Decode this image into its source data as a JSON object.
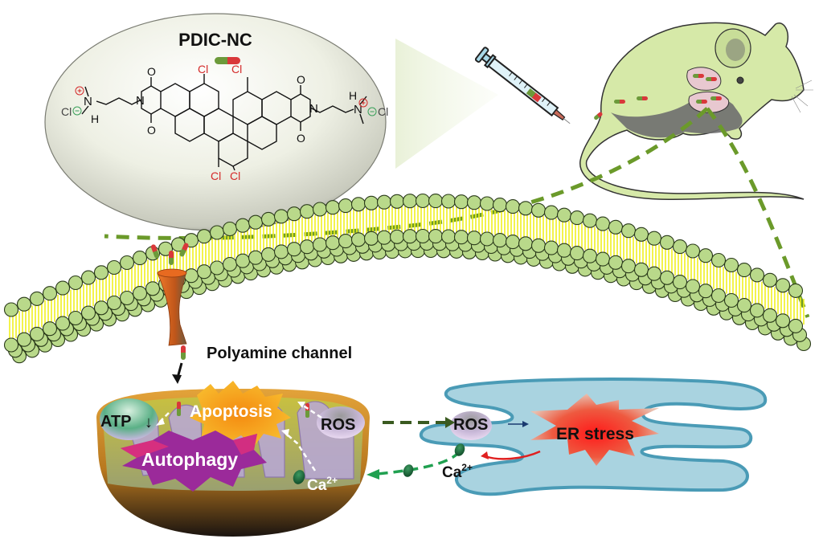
{
  "figure": {
    "molecule_title": "PDIC-NC",
    "molecule": {
      "atoms": {
        "cl_top_left": "Cl",
        "cl_top_right": "Cl",
        "cl_bottom_left": "Cl",
        "cl_bottom_right": "Cl",
        "o_top_left": "O",
        "o_bottom_left": "O",
        "o_top_right": "O",
        "o_bottom_right": "O",
        "n_imide_left": "N",
        "n_imide_right": "N",
        "n_ammonium_left": "N",
        "n_ammonium_right": "N",
        "h_left": "H",
        "h_right": "H",
        "counterion_left": "Cl",
        "counterion_right": "Cl",
        "plus_charge": "+",
        "minus_charge": "−"
      }
    },
    "labels": {
      "polyamine_channel": "Polyamine channel",
      "atp": "ATP",
      "atp_arrow": "↓",
      "apoptosis": "Apoptosis",
      "ros_mito": "ROS",
      "ros_er": "ROS",
      "autophagy": "Autophagy",
      "ca_mito": "Ca",
      "ca_mito_sup": "2+",
      "ca_er": "Ca",
      "ca_er_sup": "2+",
      "er_stress": "ER stress"
    },
    "colors": {
      "dashed_path": "#6b9a2a",
      "lipid_head": "#b9d98a",
      "lipid_tail": "#f0f020",
      "er_fill": "#a9d3e0",
      "er_edge": "#4a9bb6",
      "mito_shell": "#c98a2a",
      "mouse_body": "#d6e9a8",
      "mouse_shadow": "#6e6e6e",
      "channel": "#d8641e",
      "ca_ion": "#1f6b3c",
      "ros_bubble": "#b0a0c0",
      "stress_red": "#ee2a24",
      "apoptosis_orange": "#f7a21b",
      "autophagy_magenta": "#9b2a9a",
      "capsule_red": "#d9383a",
      "capsule_green": "#6c9a3a"
    }
  }
}
